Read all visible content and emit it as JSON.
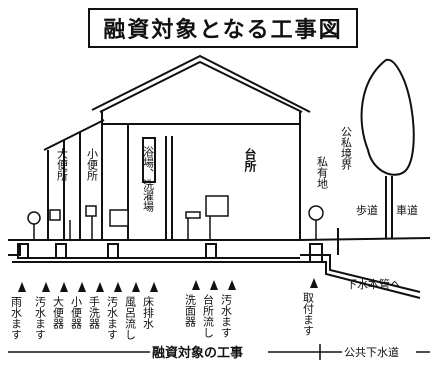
{
  "title": "融資対象となる工事図",
  "rooms": {
    "toilet_large": "大便所",
    "toilet_small": "小便所",
    "bath_laundry": "浴場、洗濯場",
    "kitchen": "台所",
    "private_land": "私有地",
    "boundary": "公私境界",
    "sidewalk": "歩道",
    "roadway": "車道",
    "sewer_pipe": "下水本管へ"
  },
  "fixtures": [
    "雨水ます",
    "汚水ます",
    "大便器",
    "小便器",
    "手洗器",
    "汚水ます",
    "風呂流し",
    "床排水",
    "洗面器",
    "台所流し",
    "汚水ます",
    "取付ます"
  ],
  "bottom": {
    "eligible_works": "融資対象の工事",
    "public_sewer": "公共下水道"
  }
}
